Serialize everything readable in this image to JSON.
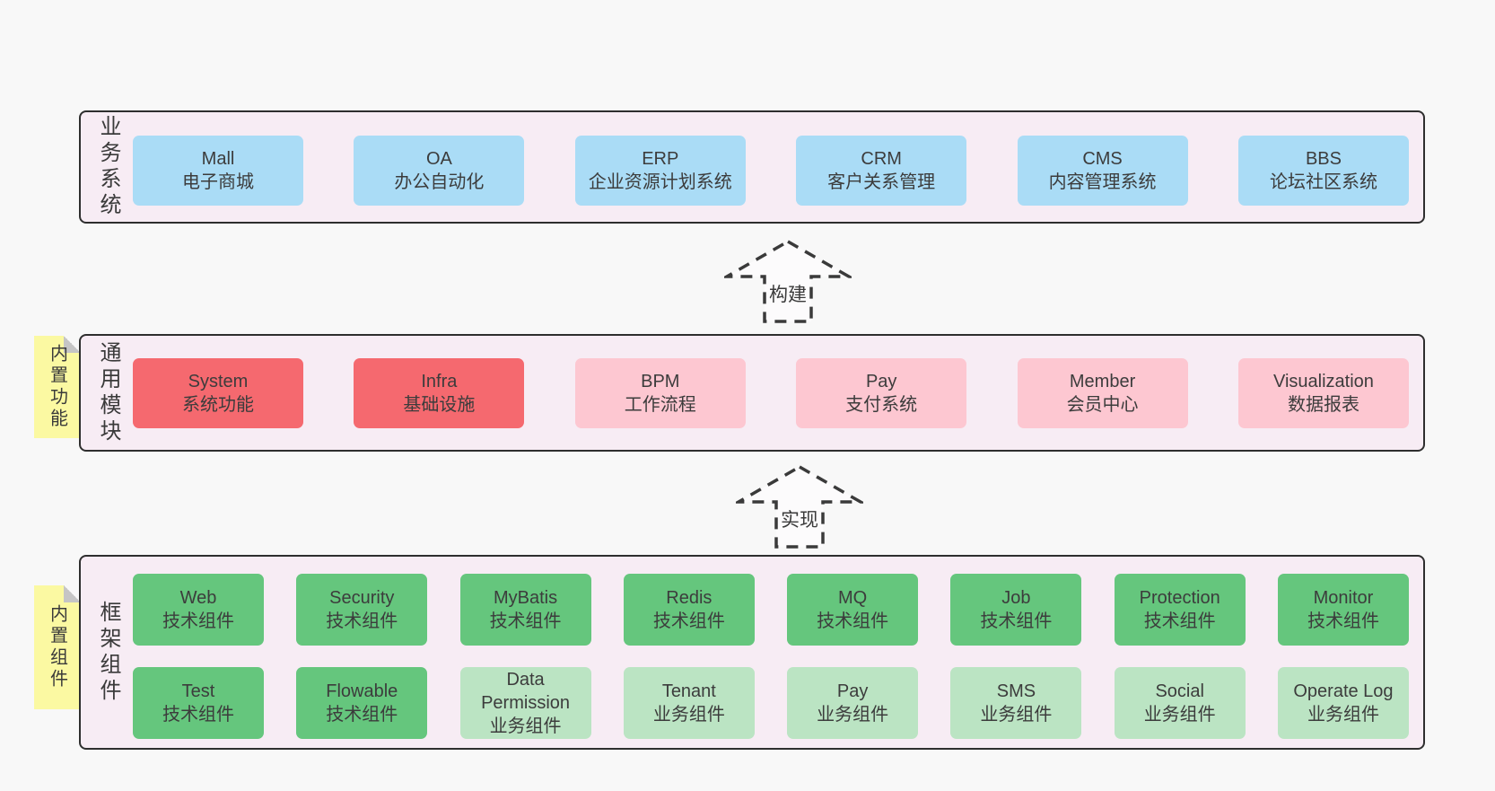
{
  "colors": {
    "page_background": "#f8f8f8",
    "band_background": "#f7ecf4",
    "band_border": "#2e2e2e",
    "business_system_box": "#aadcf6",
    "core_module_box": "#f5696f",
    "module_box": "#fdc7d1",
    "tech_component_box": "#65c67d",
    "biz_component_box": "#bbe4c3",
    "sticky_note": "#fbf9a2"
  },
  "arrows": [
    {
      "label": "构建"
    },
    {
      "label": "实现"
    }
  ],
  "bands": [
    {
      "label": "业务系统",
      "rows": [
        [
          {
            "title": "Mall",
            "subtitle": "电子商城"
          },
          {
            "title": "OA",
            "subtitle": "办公自动化"
          },
          {
            "title": "ERP",
            "subtitle": "企业资源计划系统"
          },
          {
            "title": "CRM",
            "subtitle": "客户关系管理"
          },
          {
            "title": "CMS",
            "subtitle": "内容管理系统"
          },
          {
            "title": "BBS",
            "subtitle": "论坛社区系统"
          }
        ]
      ]
    },
    {
      "label": "通用模块",
      "sticky_note": "内置功能",
      "rows": [
        [
          {
            "title": "System",
            "subtitle": "系统功能"
          },
          {
            "title": "Infra",
            "subtitle": "基础设施"
          },
          {
            "title": "BPM",
            "subtitle": "工作流程"
          },
          {
            "title": "Pay",
            "subtitle": "支付系统"
          },
          {
            "title": "Member",
            "subtitle": "会员中心"
          },
          {
            "title": "Visualization",
            "subtitle": "数据报表"
          }
        ]
      ]
    },
    {
      "label": "框架组件",
      "sticky_note": "内置组件",
      "rows": [
        [
          {
            "title": "Web",
            "subtitle": "技术组件"
          },
          {
            "title": "Security",
            "subtitle": "技术组件"
          },
          {
            "title": "MyBatis",
            "subtitle": "技术组件"
          },
          {
            "title": "Redis",
            "subtitle": "技术组件"
          },
          {
            "title": "MQ",
            "subtitle": "技术组件"
          },
          {
            "title": "Job",
            "subtitle": "技术组件"
          },
          {
            "title": "Protection",
            "subtitle": "技术组件"
          },
          {
            "title": "Monitor",
            "subtitle": "技术组件"
          }
        ],
        [
          {
            "title": "Test",
            "subtitle": "技术组件"
          },
          {
            "title": "Flowable",
            "subtitle": "技术组件"
          },
          {
            "title": "Data Permission",
            "subtitle": "业务组件"
          },
          {
            "title": "Tenant",
            "subtitle": "业务组件"
          },
          {
            "title": "Pay",
            "subtitle": "业务组件"
          },
          {
            "title": "SMS",
            "subtitle": "业务组件"
          },
          {
            "title": "Social",
            "subtitle": "业务组件"
          },
          {
            "title": "Operate Log",
            "subtitle": "业务组件"
          }
        ]
      ]
    }
  ]
}
